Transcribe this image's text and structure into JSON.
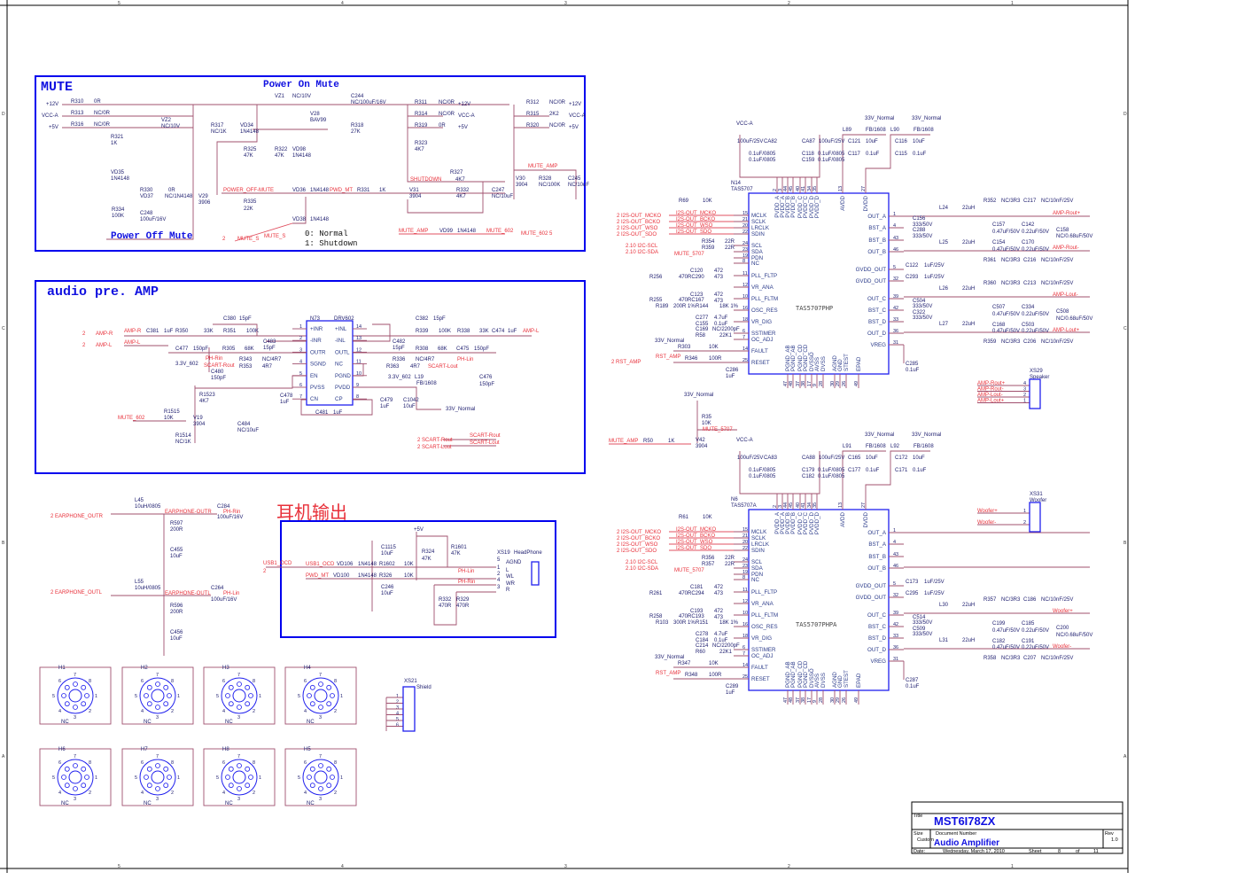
{
  "sheet": {
    "col_markers": [
      "5",
      "4",
      "3",
      "2",
      "1"
    ],
    "row_markers": [
      "D",
      "C",
      "B",
      "A"
    ]
  },
  "title_block": {
    "title_label": "Title",
    "title": "MST6I78ZX",
    "size_label": "Size",
    "size": "Custom",
    "docnum_label": "Document Number",
    "doc": "Audio Amplifier",
    "rev_label": "Rev",
    "rev": "1.0",
    "date_label": "Date:",
    "date": "Wednesday, March 17, 2010",
    "sheet_label": "Sheet",
    "sheet": "8",
    "of_label": "of",
    "total": "11"
  },
  "mute": {
    "title": "MUTE",
    "power_on_title": "Power On Mute",
    "power_off_title": "Power Off Mute",
    "legend": [
      "0: Normal",
      "1: Shutdown"
    ],
    "parts": [
      "R310",
      "0R",
      "R313",
      "NC/0R",
      "R316",
      "NC/0R",
      "R321",
      "1K",
      "VZ2",
      "NC/10V",
      "VZ1",
      "NC/10V",
      "C244",
      "NC/100uF/16V",
      "V28",
      "BAV99",
      "R317",
      "NC/1K",
      "VD34",
      "1N4148",
      "R318",
      "27K",
      "R325",
      "47K",
      "R322",
      "47K",
      "VD98",
      "1N4148",
      "VD35",
      "1N4148",
      "R330",
      "0R",
      "VD37",
      "NC/1N4148",
      "V29",
      "3906",
      "VD36",
      "1N4148",
      "R331",
      "1K",
      "R335",
      "22K",
      "R334",
      "100K",
      "C248",
      "100uF/16V",
      "VD38",
      "1N4148",
      "R311",
      "NC/0R",
      "R314",
      "NC/0R",
      "R319",
      "0R",
      "R323",
      "4K7",
      "R327",
      "4K7",
      "V31",
      "3904",
      "R332",
      "4K7",
      "C247",
      "NC/10uF",
      "VD99",
      "1N4148",
      "R312",
      "NC/0R",
      "R315",
      "2K2",
      "R320",
      "NC/0R",
      "V30",
      "3904",
      "R328",
      "NC/100K",
      "C245",
      "NC/10uF",
      "+12V",
      "VCC-A",
      "+5V",
      "+12V",
      "VCC-A",
      "+5V",
      "+12V",
      "VCC-A",
      "+5V"
    ],
    "nets": [
      "POWER_OFF-MUTE",
      "PWD_MT",
      "SHUTDOWN",
      "MUTE_AMP",
      "MUTE_AMP",
      "MUTE_602",
      "MUTE_602  5",
      "2",
      "MUTE_S",
      "MUTE_S"
    ]
  },
  "preamp": {
    "title": "audio pre. AMP",
    "chip_ref": "N73",
    "chip_name": "DRV602",
    "left_pins": [
      "+INR",
      "-INR",
      "OUTR",
      "SGND",
      "EN",
      "PVSS",
      "CN"
    ],
    "left_nums": [
      "1",
      "2",
      "3",
      "4",
      "5",
      "6",
      "7"
    ],
    "right_pins": [
      "+INL",
      "-INL",
      "OUTL",
      "NC",
      "PGND",
      "PVDD",
      "CP"
    ],
    "right_nums": [
      "14",
      "13",
      "12",
      "11",
      "10",
      "9",
      "8"
    ],
    "parts": [
      "C380",
      "15pF",
      "C381",
      "1uF",
      "R350",
      "33K",
      "R351",
      "100K",
      "C483",
      "15pF",
      "C477",
      "150pF",
      "R305",
      "68K",
      "R343",
      "NC/4R7",
      "R353",
      "4R7",
      "3.3V_602",
      "C480",
      "150pF",
      "R1523",
      "4K7",
      "R1515",
      "10K",
      "V19",
      "3904",
      "R1514",
      "NC/1K",
      "C484",
      "NC/10uF",
      "C478",
      "1uF",
      "C481",
      "1uF",
      "C382",
      "15pF",
      "R339",
      "100K",
      "R338",
      "33K",
      "C474",
      "1uF",
      "C482",
      "15pF",
      "R308",
      "68K",
      "C475",
      "150pF",
      "R336",
      "NC/4R7",
      "R363",
      "4R7",
      "C476",
      "150pF",
      "3.3V_602",
      "L19",
      "FB/1608",
      "C479",
      "1uF",
      "C1042",
      "10uF",
      "33V_Normal"
    ],
    "nets": [
      "2",
      "AMP-R",
      "AMP-R",
      "2",
      "AMP-L",
      "AMP-L",
      "PH-Rin",
      "SCART-Rout",
      "MUTE_602",
      "PH-Lin",
      "SCART-Lout",
      "AMP-L",
      "2  SCART-Rout",
      "2  SCART-Lout",
      "SCART-Rout",
      "SCART-Lout"
    ]
  },
  "earphone": {
    "parts": [
      "L45",
      "10uH/0805",
      "C284",
      "100uF/16V",
      "R597",
      "200R",
      "C455",
      "10uF",
      "L55",
      "10uH/0805",
      "C264",
      "100uF/16V",
      "R596",
      "200R",
      "C456",
      "10uF"
    ],
    "nets": [
      "2  EARPHONE_OUTR",
      "EARPHONE-OUTR",
      "PH-Rin",
      "2  EARPHONE_OUTL",
      "EARPHONE-OUTL",
      "PH-Lin"
    ]
  },
  "headphone": {
    "title": "耳机输出",
    "parts": [
      "+5V",
      "C1115",
      "10uF",
      "R324",
      "47K",
      "R1601",
      "47K",
      "XS19",
      "HeadPhone",
      "VD106",
      "1N4148",
      "R1602",
      "10K",
      "VD100",
      "1N4148",
      "R326",
      "10K",
      "C246",
      "10uF",
      "R332",
      "470R",
      "R329",
      "470R",
      "AGND",
      "L",
      "WL",
      "WR",
      "R",
      "5",
      "1",
      "2",
      "4",
      "3"
    ],
    "nets": [
      "USB1_OCD",
      "2",
      "USB1_OCD",
      "PWD_MT",
      "PH-Lin",
      "PH-Rin"
    ]
  },
  "holes": {
    "refs": [
      "H1",
      "H2",
      "H3",
      "H4",
      "H6",
      "H7",
      "H8",
      "H5"
    ],
    "nc": "NC",
    "pin_numbers": [
      "1",
      "2",
      "3",
      "4",
      "5",
      "6",
      "7",
      "8"
    ]
  },
  "shield": {
    "ref": "XS21",
    "name": "Shield",
    "pins": [
      "1",
      "2",
      "3",
      "4",
      "5",
      "6"
    ]
  },
  "amp_pins": {
    "left": [
      "MCLK",
      "SCLK",
      "LRCLK",
      "SDIN",
      "SCL",
      "SDA",
      "PDN",
      "NC",
      "PLL_FLTP",
      "VR_ANA",
      "PLL_FLTM",
      "OSC_RES",
      "VR_DIG",
      "SSTIMER",
      "OC_ADJ",
      "FAULT",
      "RESET"
    ],
    "left_nums": [
      "15",
      "21",
      "20",
      "22",
      "24",
      "23",
      "19",
      "8",
      "11",
      "12",
      "10",
      "16",
      "18",
      "6",
      "7",
      "14",
      "25"
    ],
    "right": [
      "OUT_A",
      "BST_A",
      "BST_B",
      "OUT_B",
      "GVDD_OUT",
      "GVDD_OUT",
      "OUT_C",
      "BST_C",
      "BST_D",
      "OUT_D",
      "VREG"
    ],
    "right_nums": [
      "1",
      "4",
      "43",
      "46",
      "5",
      "32",
      "39",
      "42",
      "33",
      "36",
      "31"
    ],
    "top": [
      "PVDD_A",
      "PVDD_A",
      "PVDD_B",
      "PVDD_B",
      "PVDD_C",
      "PVDD_C",
      "PVDD_D",
      "PVDD_D",
      "AVDD",
      "DVDD"
    ],
    "top_nums": [
      "2",
      "3",
      "44",
      "45",
      "40",
      "41",
      "34",
      "35",
      "13",
      "27"
    ],
    "bottom": [
      "PGND_AB",
      "PGND_AB",
      "PGND_CD",
      "PGND_CD",
      "DVSSO",
      "AVSS",
      "DVSS",
      "AGND",
      "GND",
      "STEST",
      "EPAD"
    ],
    "bottom_nums": [
      "47",
      "48",
      "37",
      "38",
      "17",
      "9",
      "28",
      "30",
      "29",
      "26",
      "49"
    ]
  },
  "amps": [
    {
      "center": "TAS5707PHP",
      "labels": [
        "VCC-A",
        "33V_Normal",
        "33V_Normal",
        "L89",
        "FB/1608",
        "L90",
        "FB/1608",
        "100uF/25V",
        "CA82",
        "CA87",
        "100uF/25V",
        "C121",
        "10uF",
        "C116",
        "10uF",
        "0.1uF/0805",
        "0.1uF/0805",
        "C118",
        "0.1uF/0805",
        "C159",
        "0.1uF/0805",
        "C117",
        "0.1uF",
        "C115",
        "0.1uF",
        "N14",
        "TAS5707",
        "R69",
        "10K",
        "R354",
        "22R",
        "R359",
        "22R",
        "C120",
        "472",
        "473",
        "R256",
        "470RC290",
        "C123",
        "472",
        "473",
        "R255",
        "470RC167",
        "R189",
        "200R 1%",
        "R144",
        "18K 1%",
        "C277",
        "4.7uF",
        "C155",
        "0.1uF",
        "C169",
        "NC/2200pF",
        "R58",
        "22K1",
        "33V_Normal",
        "R303",
        "10K",
        "R346",
        "100R",
        "C286",
        "1uF",
        "L24",
        "22uH",
        "R352",
        "NC/3R3",
        "C217",
        "NC/10nF/25V",
        "C156",
        "333/50V",
        "C288",
        "333/50V",
        "C157",
        "0.47uF/50V",
        "C142",
        "0.22uF/50V",
        "C158",
        "NC/0.68uF/50V",
        "L25",
        "22uH",
        "C154",
        "0.47uF/50V",
        "C170",
        "0.22uF/50V",
        "R361",
        "NC/3R3",
        "C216",
        "NC/10nF/25V",
        "C122",
        "1uF/25V",
        "C293",
        "1uF/25V",
        "R360",
        "NC/3R3",
        "C213",
        "NC/10nF/25V",
        "L26",
        "22uH",
        "C504",
        "333/50V",
        "C322",
        "333/50V",
        "C507",
        "0.47uF/50V",
        "C334",
        "0.22uF/50V",
        "C508",
        "NC/0.68uF/50V",
        "L27",
        "22uH",
        "C168",
        "0.47uF/50V",
        "C503",
        "0.22uF/50V",
        "R359",
        "NC/3R3",
        "C206",
        "NC/10nF/25V",
        "C285",
        "0.1uF"
      ],
      "nets": [
        "I2S-OUT_MCKO",
        "I2S-OUT_BCKO",
        "I2S-OUT_WSO",
        "I2S-OUT_SDO",
        "MUTE_5707",
        "RST_AMP",
        "AMP-Rout+",
        "AMP-Rout-",
        "AMP-Lout-",
        "AMP-Lout+"
      ],
      "ports": [
        "2  I2S-OUT_MCKO",
        "2  I2S-OUT_BCKO",
        "2  I2S-OUT_WSO",
        "2  I2S-OUT_SDO",
        "2.10  I2C-SCL",
        "2.10  I2C-SDA",
        "2  RST_AMP"
      ]
    },
    {
      "center": "TAS5707PHPA",
      "labels": [
        "VCC-A",
        "33V_Normal",
        "33V_Normal",
        "L91",
        "FB/1608",
        "L92",
        "FB/1608",
        "100uF/25V",
        "CA83",
        "CA88",
        "100uF/25V",
        "C165",
        "10uF",
        "C172",
        "10uF",
        "0.1uF/0805",
        "0.1uF/0805",
        "C179",
        "0.1uF/0805",
        "C182",
        "0.1uF/0805",
        "C177",
        "0.1uF",
        "C171",
        "0.1uF",
        "N6",
        "TAS5707A",
        "R61",
        "10K",
        "R356",
        "22R",
        "R357",
        "22R",
        "C181",
        "472",
        "473",
        "R261",
        "470RC294",
        "C193",
        "472",
        "473",
        "R258",
        "470RC193",
        "R103",
        "300R 1%",
        "R151",
        "18K 1%",
        "C278",
        "4.7uF",
        "C184",
        "0.1uF",
        "C214",
        "NC/2200pF",
        "R60",
        "22K1",
        "33V_Normal",
        "R347",
        "10K",
        "R348",
        "100R",
        "C289",
        "1uF",
        null,
        null,
        null,
        null,
        null,
        null,
        null,
        null,
        null,
        null,
        null,
        null,
        null,
        null,
        null,
        null,
        null,
        null,
        null,
        null,
        null,
        null,
        null,
        null,
        null,
        null,
        "C173",
        "1uF/25V",
        "C295",
        "1uF/25V",
        "R357",
        "NC/3R3",
        "C186",
        "NC/10nF/25V",
        "L30",
        "22uH",
        "C514",
        "333/50V",
        "C509",
        "333/50V",
        "C199",
        "0.47uF/50V",
        "C185",
        "0.22uF/50V",
        "C200",
        "NC/0.68uF/50V",
        "L31",
        "22uH",
        "C182",
        "0.47uF/50V",
        "C191",
        "0.22uF/50V",
        "R358",
        "NC/3R3",
        "C207",
        "NC/10nF/25V",
        "C287",
        "0.1uF"
      ],
      "nets": [
        "I2S-OUT_MCKO",
        "I2S-OUT_BCKO",
        "I2S-OUT_WSO",
        "I2S-OUT_SDO",
        "MUTE_5707",
        "RST_AMP",
        null,
        null,
        "Woofer+",
        "Woofer-"
      ],
      "ports": [
        "2  I2S-OUT_MCKO",
        "2  I2S-OUT_BCKO",
        "2  I2S-OUT_WSO",
        "2  I2S-OUT_SDO",
        "2.10  I2C-SCL",
        "2.10  I2C-SDA",
        null
      ]
    }
  ],
  "mid": {
    "parts": [
      "33V_Normal",
      "R35",
      "10K",
      "V42",
      "3904",
      "R50",
      "1K"
    ],
    "nets": [
      "MUTE_5707",
      "MUTE_AMP"
    ]
  },
  "speaker": {
    "ref": "XS29",
    "name": "Speaker",
    "nets": [
      "AMP-Rout+",
      "AMP-Rout-",
      "AMP-Lout-",
      "AMP-Lout+"
    ],
    "pins": [
      "4",
      "3",
      "2",
      "1"
    ]
  },
  "woofer": {
    "ref": "XS31",
    "name": "Woofer",
    "nets": [
      "Woofer+",
      "Woofer-"
    ],
    "pins": [
      "1",
      "2"
    ]
  }
}
